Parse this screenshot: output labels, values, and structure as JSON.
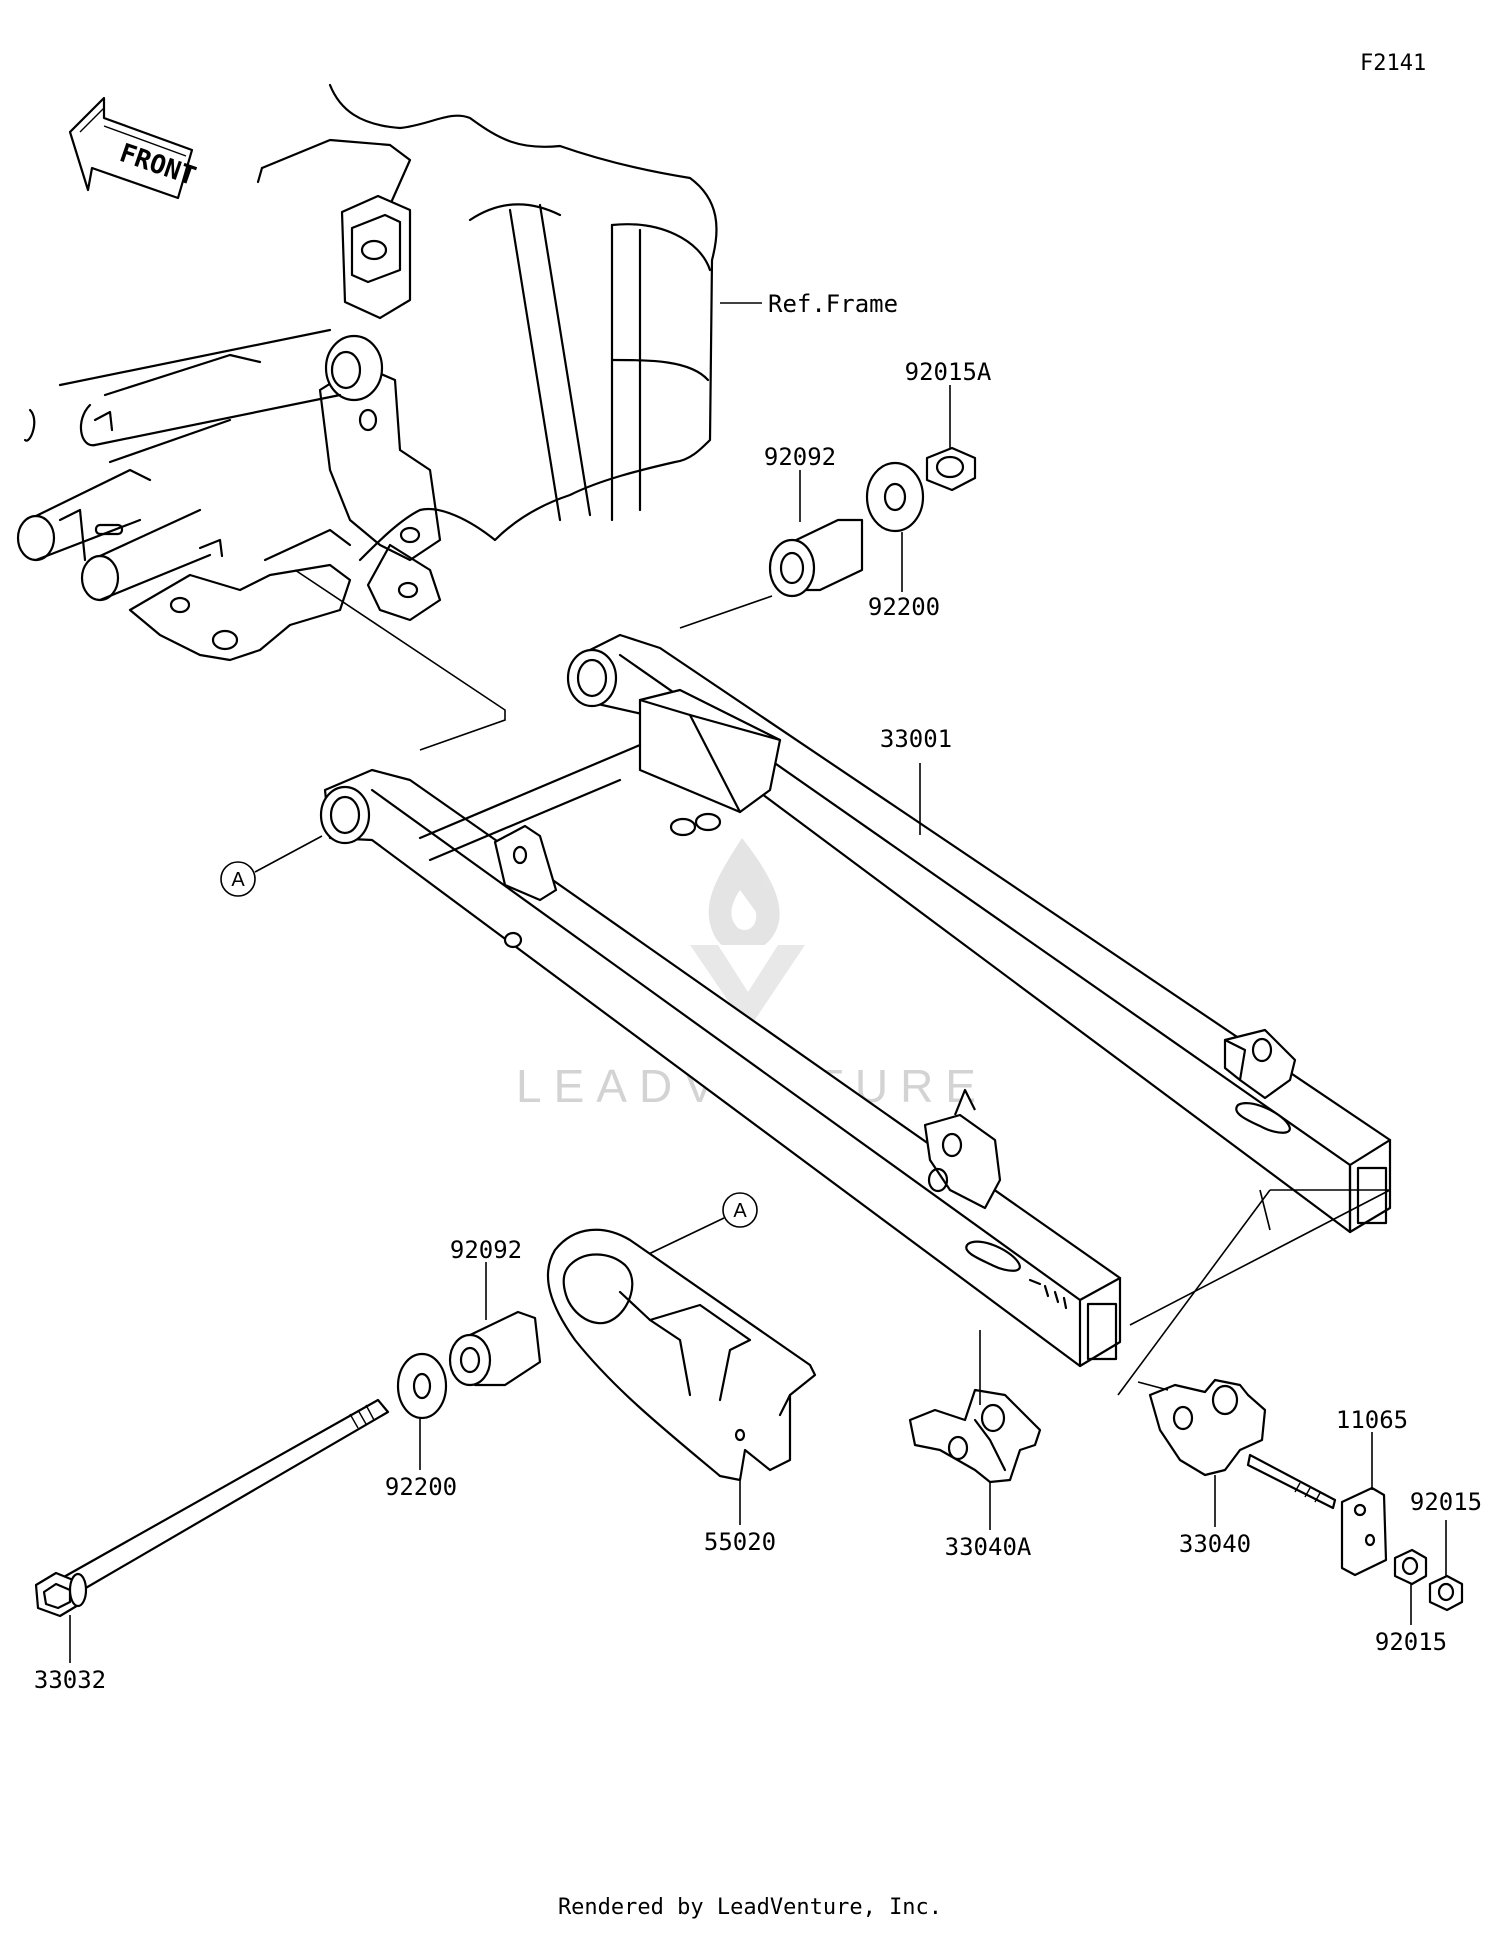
{
  "diagram_code": "F2141",
  "direction_label": "FRONT",
  "reference_label": "Ref.Frame",
  "watermark": {
    "brand": "LEADVENTURE",
    "color": "#cfcfcf"
  },
  "marker": "A",
  "parts": {
    "p92015A": "92015A",
    "p92092_top": "92092",
    "p92200_top": "92200",
    "p33001": "33001",
    "p92092_bottom": "92092",
    "p92200_bottom": "92200",
    "p55020": "55020",
    "p33040A": "33040A",
    "p33040": "33040",
    "p11065": "11065",
    "p92015_right": "92015",
    "p92015_lower": "92015",
    "p33032": "33032"
  },
  "footer": "Rendered by LeadVenture, Inc."
}
